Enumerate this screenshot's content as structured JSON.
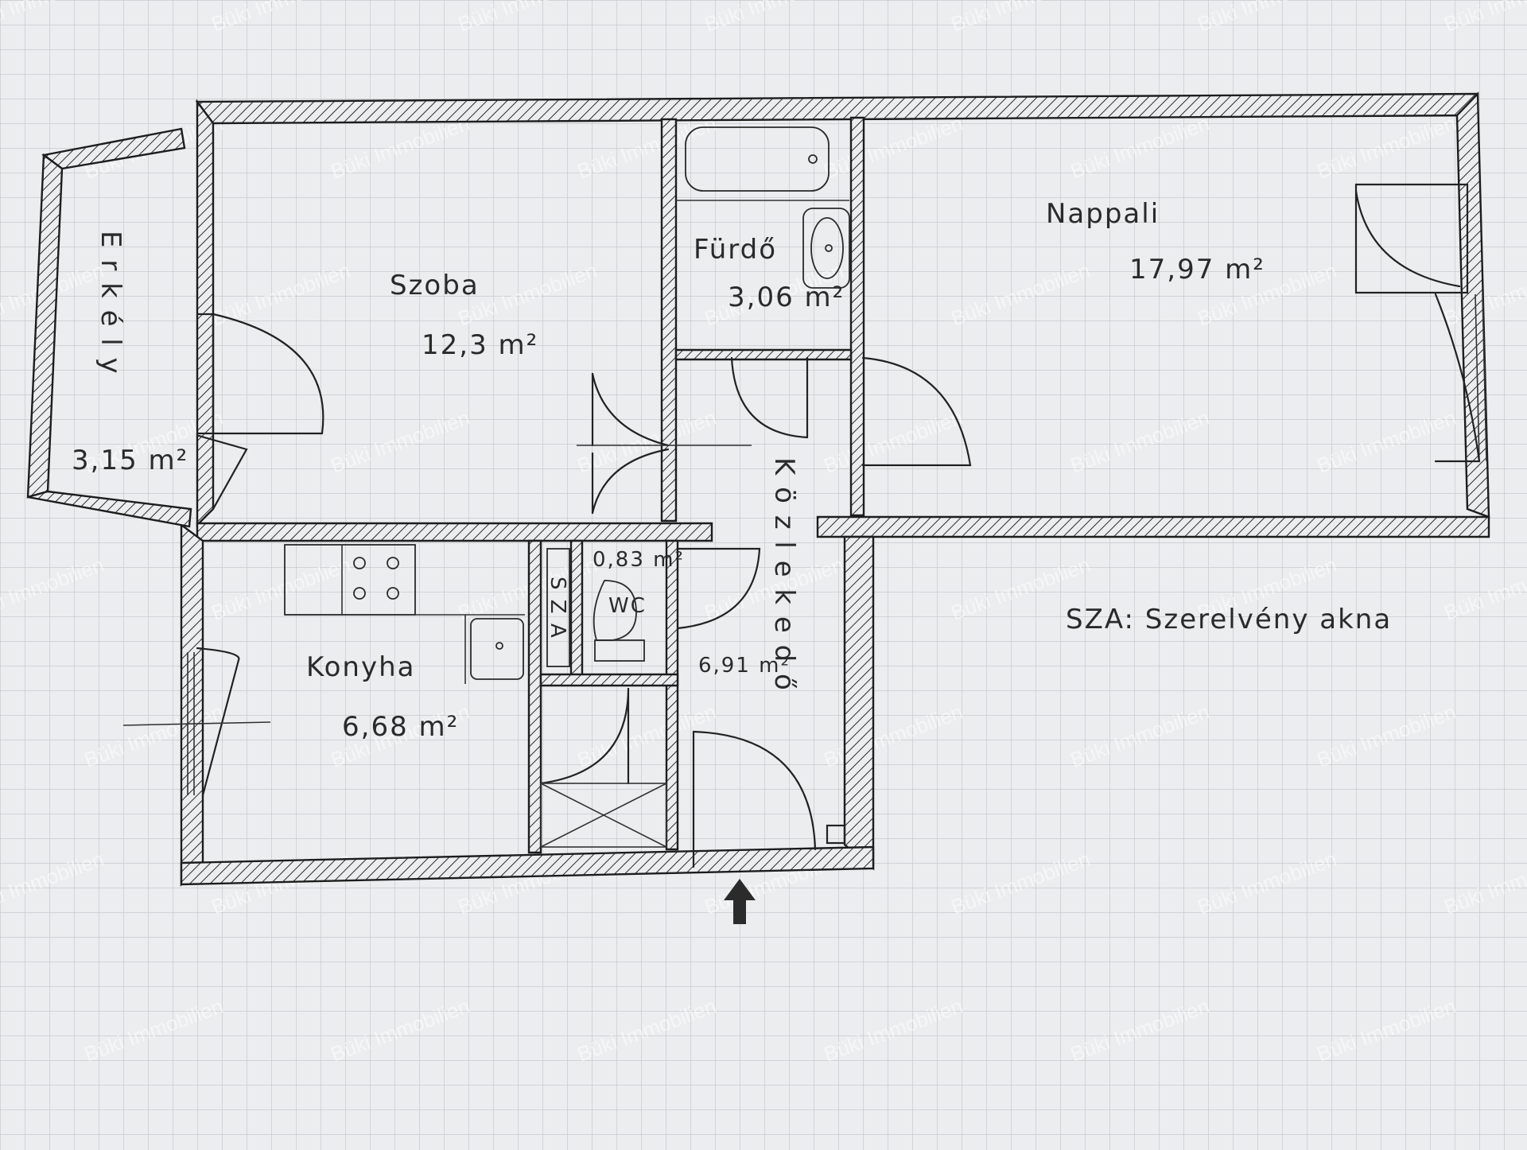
{
  "rooms": {
    "erkely": {
      "name": "E r k é l y",
      "area": "3,15 m²"
    },
    "szoba": {
      "name": "Szoba",
      "area": "12,3 m²"
    },
    "furdo": {
      "name": "Fürdő",
      "area": "3,06 m²"
    },
    "nappali": {
      "name": "Nappali",
      "area": "17,97 m²"
    },
    "wc": {
      "name": "WC",
      "area": "0,83 m²"
    },
    "sza": {
      "name": "S Z A"
    },
    "konyha": {
      "name": "Konyha",
      "area": "6,68 m²"
    },
    "kozlekedo": {
      "name": "K ö z l e k e d ő",
      "area": "6,91 m²"
    }
  },
  "legend": {
    "text": "SZA: Szerelvény akna"
  },
  "watermark": {
    "text": "Büki Immobilien"
  },
  "colors": {
    "paper": "#ecedef",
    "grid": "#c7c9ce",
    "ink": "#222222"
  }
}
